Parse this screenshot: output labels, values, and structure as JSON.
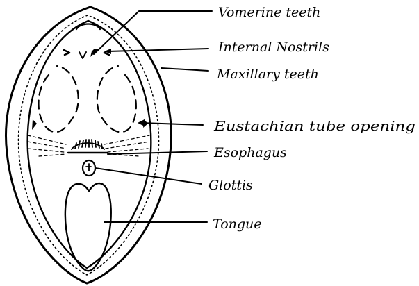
{
  "diagram": {
    "labels": [
      {
        "id": "vomerine-teeth",
        "text": "Vomerine teeth"
      },
      {
        "id": "internal-nostrils",
        "text": "Internal Nostrils"
      },
      {
        "id": "maxillary-teeth",
        "text": "Maxillary teeth"
      },
      {
        "id": "eustachian-tube-opening",
        "text": "Eustachian tube opening"
      },
      {
        "id": "esophagus",
        "text": "Esophagus"
      },
      {
        "id": "glottis",
        "text": "Glottis"
      },
      {
        "id": "tongue",
        "text": "Tongue"
      }
    ]
  }
}
